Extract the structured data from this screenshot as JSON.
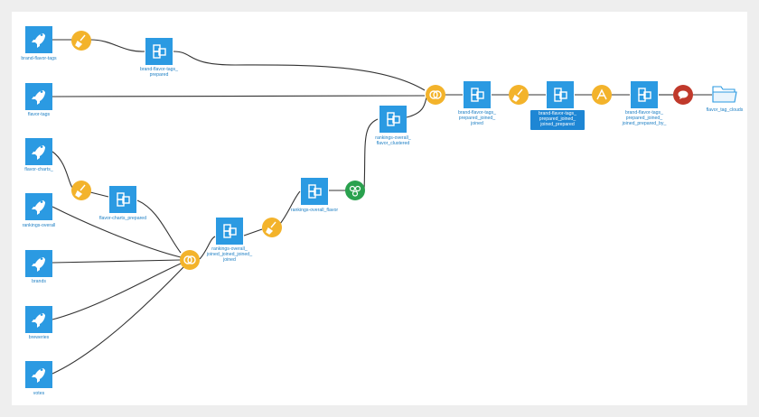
{
  "colors": {
    "dataset": "#2b9ae2",
    "recipe_prepare": "#f3b32b",
    "recipe_join": "#f3b32b",
    "recipe_cluster": "#2aa14e",
    "recipe_export": "#c0392b",
    "link": "#333333",
    "label": "#1d7fc4",
    "selected_label_bg": "#1e86d4"
  },
  "datasets": {
    "brand_flavor_tags": "brand-flavor-tags",
    "flavor_tags": "flavor-tags",
    "flavor_charts": "flavor-charts_",
    "rankings_overall": "rankings-overall",
    "brands": "brands",
    "breweries": "breweries",
    "votes": "votes",
    "brand_flavor_tags_prepared": "brand-flavor-tags_\nprepared",
    "flavor_charts_prepared": "flavor-charts_prepared",
    "rankings_joined": "rankings-overall_\njoined_joined_joined_\njoined",
    "rankings_overall_flavor": "rankings-overall_flavor",
    "rankings_clustered": "rankings-overall_\nflavor_clustered",
    "brand_tags_joined": "brand-flavor-tags_\nprepared_joined_\njoined",
    "brand_tags_joined_prepared": "brand-flavor-tags_\nprepared_joined_\njoined_prepared",
    "brand_tags_final": "brand-flavor-tags_\nprepared_joined_\njoined_prepared_by_",
    "flavor_tag_clouds": "flavor_tag_clouds"
  },
  "recipe_types": {
    "prepare": "broom-icon",
    "join": "join-icon",
    "cluster": "cluster-icon",
    "group": "group-icon",
    "export": "chat-icon"
  },
  "selected_node": "brand_tags_joined_prepared"
}
